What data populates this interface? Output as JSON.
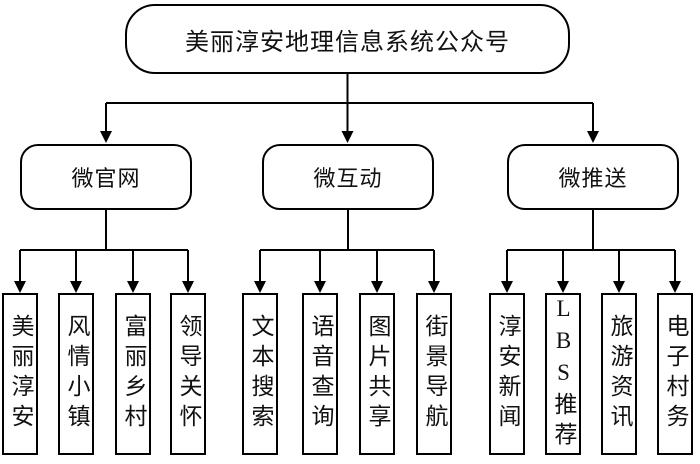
{
  "diagram": {
    "title": "美丽淳安地理信息系统公众号",
    "root": {
      "label": "美丽淳安地理信息系统公众号"
    },
    "branches": [
      {
        "label": "微官网",
        "children": [
          "美丽淳安",
          "风情小镇",
          "富丽乡村",
          "领导关怀"
        ]
      },
      {
        "label": "微互动",
        "children": [
          "文本搜索",
          "语音查询",
          "图片共享",
          "街景导航"
        ]
      },
      {
        "label": "微推送",
        "children": [
          "淳安新闻",
          "LBS推荐",
          "旅游资讯",
          "电子村务"
        ]
      }
    ],
    "colors": {
      "line": "#000000",
      "border": "#000000",
      "background": "#ffffff",
      "text": "#111111"
    }
  }
}
